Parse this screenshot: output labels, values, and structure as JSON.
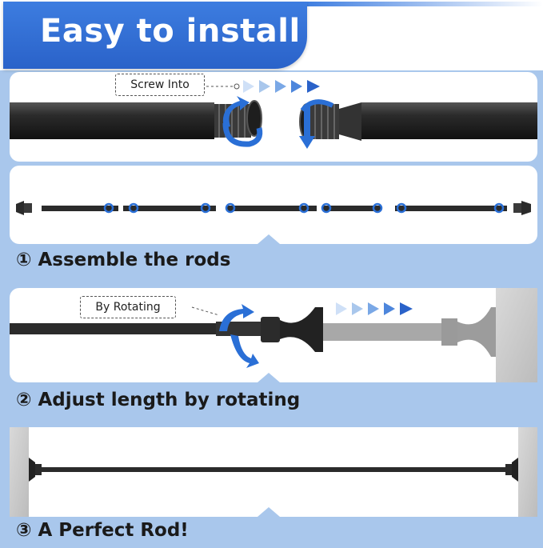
{
  "header": {
    "title": "Easy to install"
  },
  "step1": {
    "callout": "Screw Into"
  },
  "step2": {
    "caption": "① Assemble the rods"
  },
  "step3": {
    "callout": "By Rotating",
    "caption": "② Adjust length by rotating"
  },
  "step4": {
    "caption": "③ A Perfect Rod!"
  },
  "colors": {
    "accent": "#2a62c9",
    "panel": "#a9c7ec",
    "rod": "#2b2b2b"
  }
}
